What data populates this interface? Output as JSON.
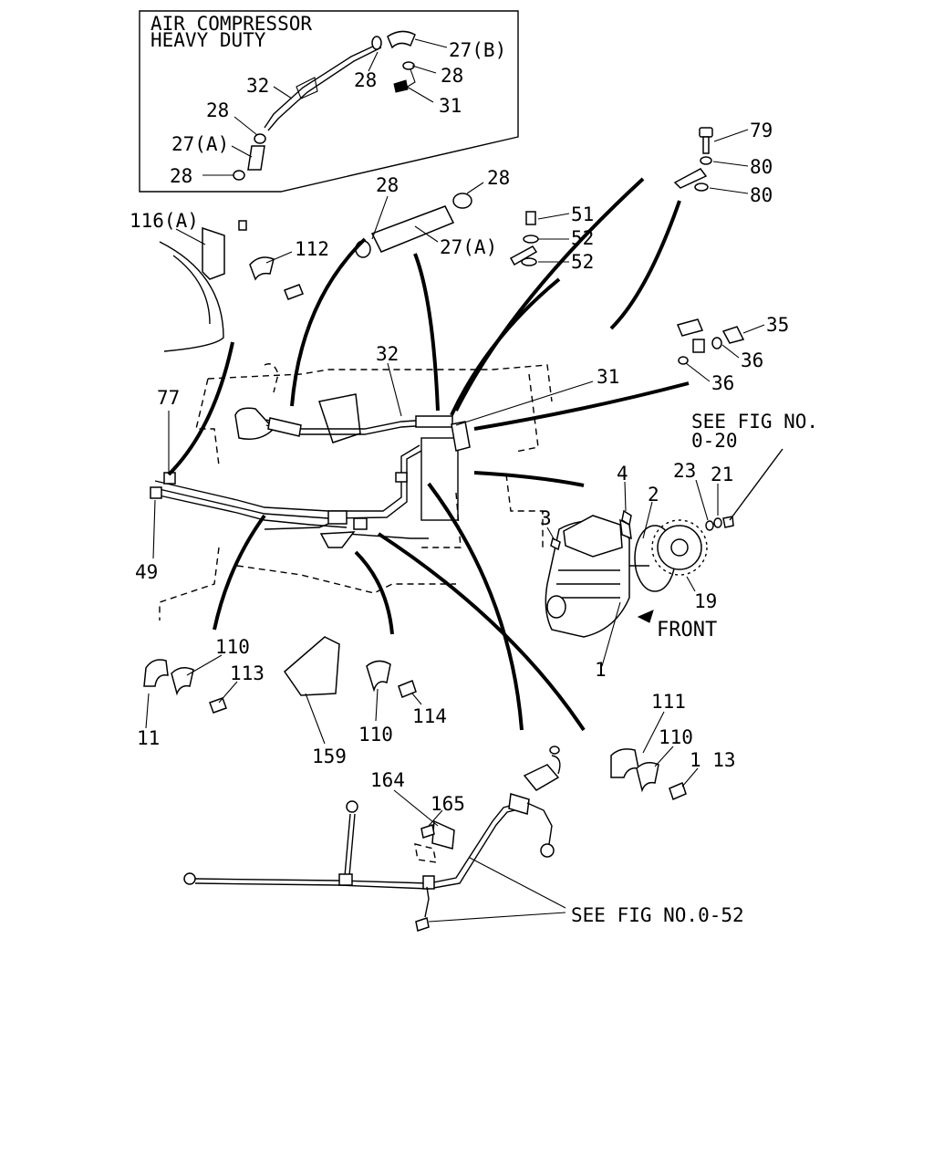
{
  "inset": {
    "title_line1": "AIR COMPRESSOR",
    "title_line2": "HEAVY DUTY",
    "callouts": [
      "27(B)",
      "28",
      "28",
      "31",
      "32",
      "28",
      "27(A)",
      "28"
    ]
  },
  "callouts": {
    "c28_a": "28",
    "c28_b": "28",
    "c27a": "27(A)",
    "c51": "51",
    "c52_a": "52",
    "c52_b": "52",
    "c79": "79",
    "c80_a": "80",
    "c80_b": "80",
    "c116a": "116(A)",
    "c112": "112",
    "c35": "35",
    "c36_a": "36",
    "c36_b": "36",
    "c32": "32",
    "c31": "31",
    "c77": "77",
    "c49": "49",
    "c4": "4",
    "c2": "2",
    "c3": "3",
    "c23": "23",
    "c21": "21",
    "c19": "19",
    "c1": "1",
    "c110_a": "110",
    "c113_a": "113",
    "c11": "11",
    "c159": "159",
    "c110_b": "110",
    "c114": "114",
    "c111": "111",
    "c110_c": "110",
    "c113_b": "1 13",
    "c164": "164",
    "c165": "165"
  },
  "notes": {
    "see_fig_020_line1": "SEE FIG NO.",
    "see_fig_020_line2": "0-20",
    "front": "FRONT",
    "see_fig_052": "SEE FIG NO.0-52"
  }
}
